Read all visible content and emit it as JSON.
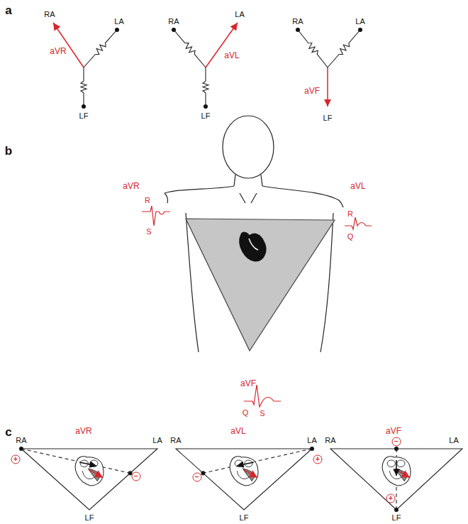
{
  "diagram": {
    "labels": [
      "a",
      "RA",
      "LA",
      "aVR",
      "LF",
      "RA",
      "LA",
      "aVL",
      "LF",
      "RA",
      "LA",
      "aVF",
      "LF",
      "b",
      "aVR",
      "R",
      "S",
      "aVL",
      "R",
      "Q",
      "aVF",
      "Q",
      "S",
      "c",
      "aVR",
      "aVL",
      "aVF",
      "RA",
      "LA",
      "+",
      "−",
      "LF",
      "RA",
      "LA",
      "+",
      "−",
      "LF",
      "RA",
      "LA",
      "−",
      "+",
      "LF"
    ]
  }
}
